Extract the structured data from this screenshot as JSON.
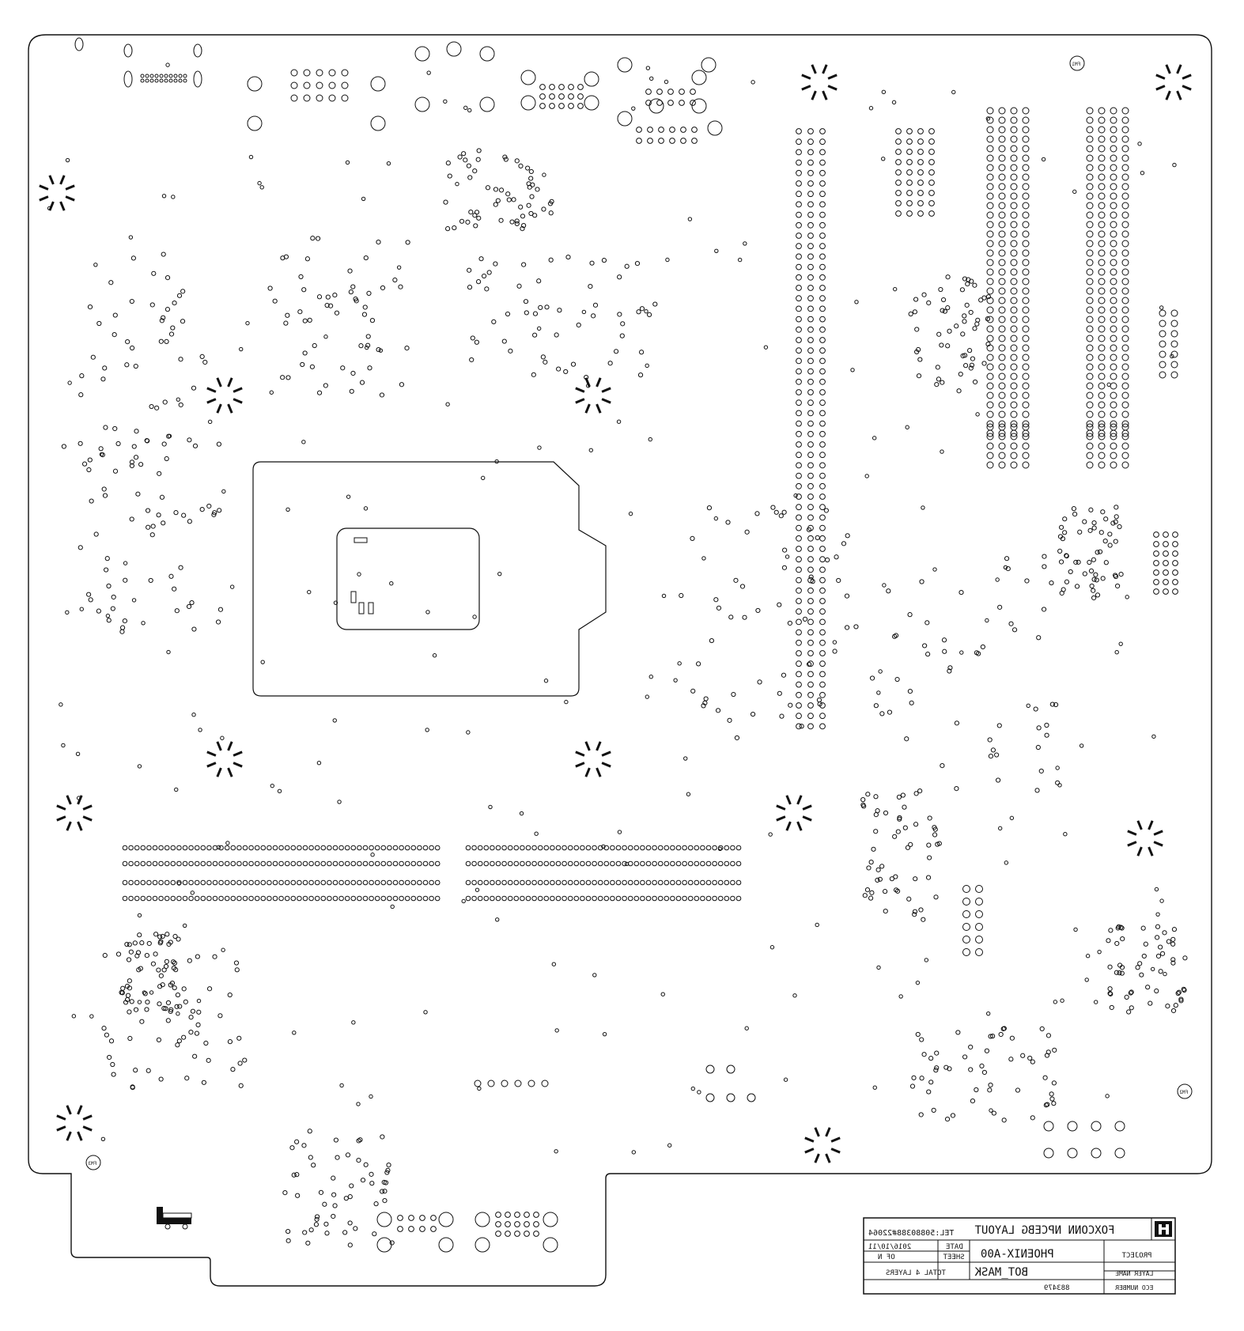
{
  "colors": {
    "ink": "#111111",
    "background": "#ffffff"
  },
  "title_block": {
    "logo_text": "H",
    "company_title": "FOXCONN NPCEBG LAYOUT",
    "tel": "TEL:50880388#22064",
    "project_label": "PROJECT",
    "project_value": "PHOENIX-A00",
    "layer_name_label": "LAYER NAME",
    "layer_name_value": "BOT_MASK",
    "eco_label": "ECO NUMBER",
    "eco_value": "883479",
    "date_label": "DATE",
    "date_value": "2016/10/11",
    "sheet_label": "SHEET",
    "sheet_value": "OF N",
    "total_layers": "TOTAL 4 LAYERS"
  },
  "fiducials": [
    "FM1",
    "FM2",
    "FM3"
  ],
  "icons": {
    "logo": "foxconn-logo-icon",
    "truck": "truck-icon",
    "screw": "mounting-hole-icon",
    "fiducial": "fiducial-icon"
  }
}
